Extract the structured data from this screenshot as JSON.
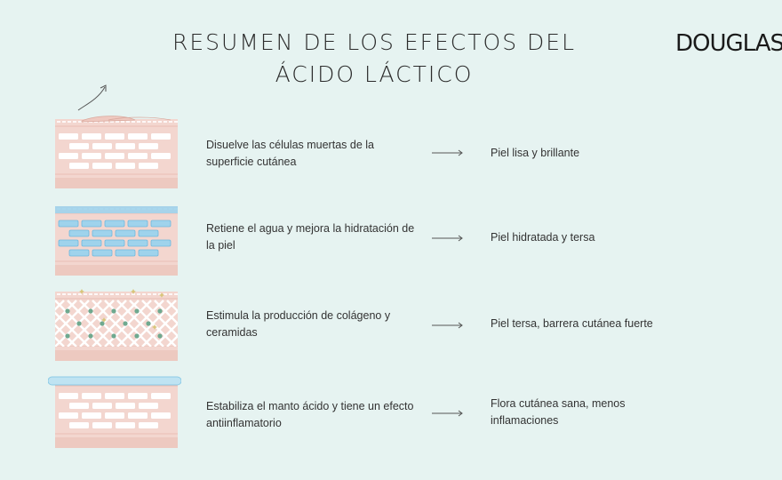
{
  "title": {
    "line1": "RESUMEN DE LOS EFECTOS DEL",
    "line2": "ÁCIDO LÁCTICO"
  },
  "brand": {
    "logo_text": "DOUGLAS"
  },
  "colors": {
    "background": "#e6f3f1",
    "skin": "#f3d6cf",
    "skin_dark": "#e9bfb6",
    "water": "#9fd3ec",
    "cell": "#ffffff"
  },
  "rows": [
    {
      "description": "Disuelve las células muertas de la superficie cutánea",
      "result": "Piel lisa y brillante",
      "icon": "exfoliation-icon"
    },
    {
      "description": "Retiene el agua y mejora la hidratación de la piel",
      "result": "Piel hidratada y tersa",
      "icon": "hydration-icon"
    },
    {
      "description": "Estimula la producción de colágeno y ceramidas",
      "result": "Piel tersa, barrera cutánea fuerte",
      "icon": "collagen-icon"
    },
    {
      "description": "Estabiliza el manto ácido y tiene un efecto antiinflamatorio",
      "result": "Flora cutánea sana, menos inflamaciones",
      "icon": "acid-mantle-icon"
    }
  ]
}
